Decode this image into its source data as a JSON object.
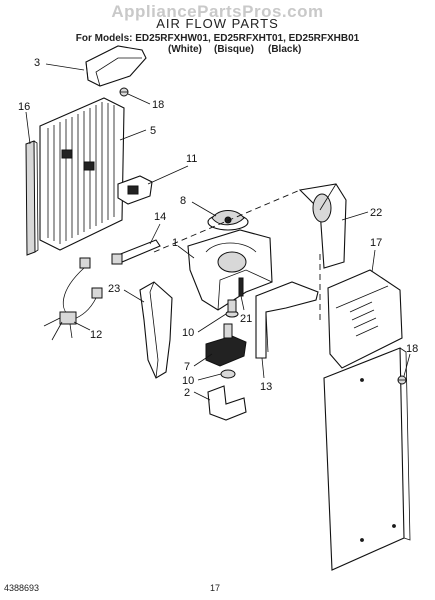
{
  "watermark": "AppliancePartsPros.com",
  "header": {
    "title": "AIR FLOW PARTS",
    "models": "For Models: ED25RFXHW01, ED25RFXHT01, ED25RFXHB01",
    "color_white": "(White)",
    "color_bisque": "(Bisque)",
    "color_black": "(Black)"
  },
  "callouts": {
    "c3": "3",
    "c16": "16",
    "c18a": "18",
    "c5": "5",
    "c11": "11",
    "c8": "8",
    "c14": "14",
    "c22": "22",
    "c1": "1",
    "c17": "17",
    "c23": "23",
    "c12": "12",
    "c10a": "10",
    "c21": "21",
    "c7": "7",
    "c10b": "10",
    "c13": "13",
    "c2": "2",
    "c18b": "18"
  },
  "footer": {
    "doc_number": "4388693",
    "page_number": "17"
  }
}
